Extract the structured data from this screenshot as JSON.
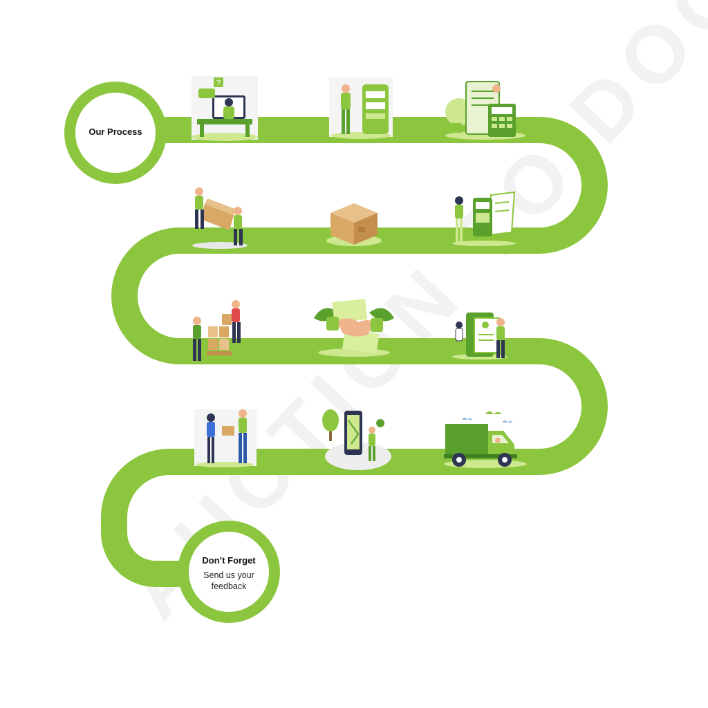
{
  "start": {
    "title": "Our Process"
  },
  "end": {
    "title": "Don’t Forget",
    "subtitle": "Send us your feedback"
  },
  "watermark": "AUCTION TO DOOR",
  "colors": {
    "path": "#8cc63f",
    "dark_green": "#5aa02c",
    "light_green": "#cde88f",
    "box": "#d9a864",
    "navy": "#2d3552",
    "skin": "#f0b48c"
  },
  "steps": [
    {
      "row": 1,
      "icon": "video-call-consultation-icon"
    },
    {
      "row": 1,
      "icon": "online-form-mobile-icon"
    },
    {
      "row": 1,
      "icon": "quote-calculator-icon"
    },
    {
      "row": 2,
      "icon": "movers-carrying-box-icon"
    },
    {
      "row": 2,
      "icon": "cardboard-box-icon"
    },
    {
      "row": 2,
      "icon": "payment-terminal-icon"
    },
    {
      "row": 3,
      "icon": "warehouse-pallet-stacking-icon"
    },
    {
      "row": 3,
      "icon": "handshake-agreement-icon"
    },
    {
      "row": 3,
      "icon": "digital-document-verification-icon"
    },
    {
      "row": 4,
      "icon": "parcel-handover-icon"
    },
    {
      "row": 4,
      "icon": "map-tracking-icon"
    },
    {
      "row": 4,
      "icon": "delivery-truck-icon"
    }
  ]
}
